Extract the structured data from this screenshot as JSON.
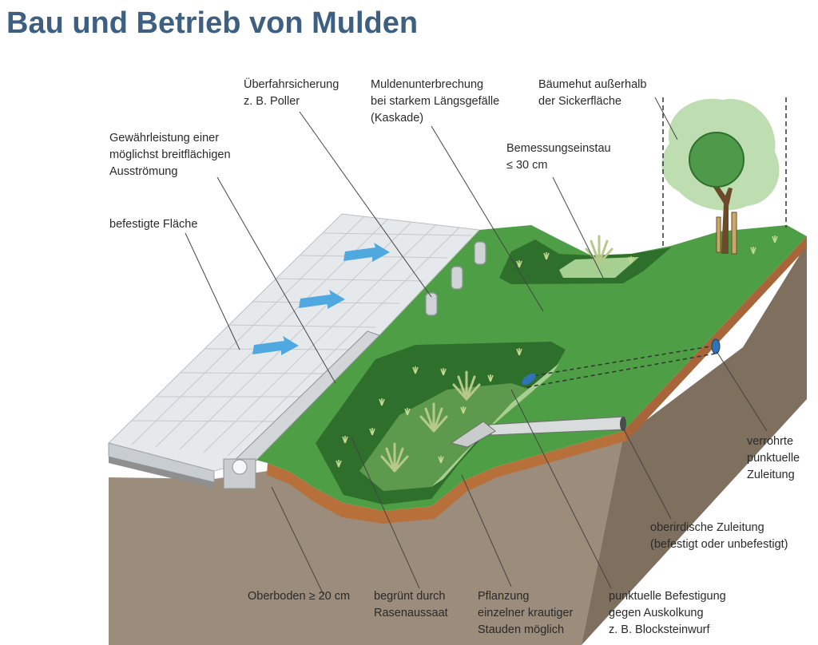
{
  "title": "Bau und Betrieb von Mulden",
  "labels": {
    "ueberfahrsicherung": [
      "Überfahrsicherung",
      "z. B. Poller"
    ],
    "muldenunterbrechung": [
      "Muldenunterbrechung",
      "bei starkem Längsgefälle",
      "(Kaskade)"
    ],
    "baeumehut": [
      "Bäumehut außerhalb",
      "der Sickerfläche"
    ],
    "gewaehrleistung": [
      "Gewährleistung einer",
      "möglichst breitflächigen",
      "Ausströmung"
    ],
    "bemessungseinstau": [
      "Bemessungseinstau",
      "≤ 30 cm"
    ],
    "befestigte_flaeche": [
      "befestigte Fläche"
    ],
    "verrohrte": [
      "verrohrte",
      "punktuelle",
      "Zuleitung"
    ],
    "oberirdische": [
      "oberirdische Zuleitung",
      "(befestigt oder unbefestigt)"
    ],
    "oberboden": [
      "Oberboden ≥ 20 cm"
    ],
    "begruent": [
      "begrünt durch",
      "Rasenaussaat"
    ],
    "pflanzung": [
      "Pflanzung",
      "einzelner krautiger",
      "Stauden möglich"
    ],
    "punktuelle": [
      "punktuelle Befestigung",
      "gegen Auskolkung",
      "z. B. Blocksteinwurf"
    ]
  },
  "colors": {
    "title": "#3d5f82",
    "grass_top": "#4e9e45",
    "grass_dark": "#2f6f2c",
    "swale_light": "#a6cf92",
    "soil_front": "#9a8b7a",
    "soil_side": "#7e6f5f",
    "topsoil": "#b8703b",
    "pavement": "#e6e9eb",
    "flow_arrow": "#4fa8e0",
    "tree_crown": "#4f9a4a",
    "tree_halo": "#b7d9a8"
  }
}
